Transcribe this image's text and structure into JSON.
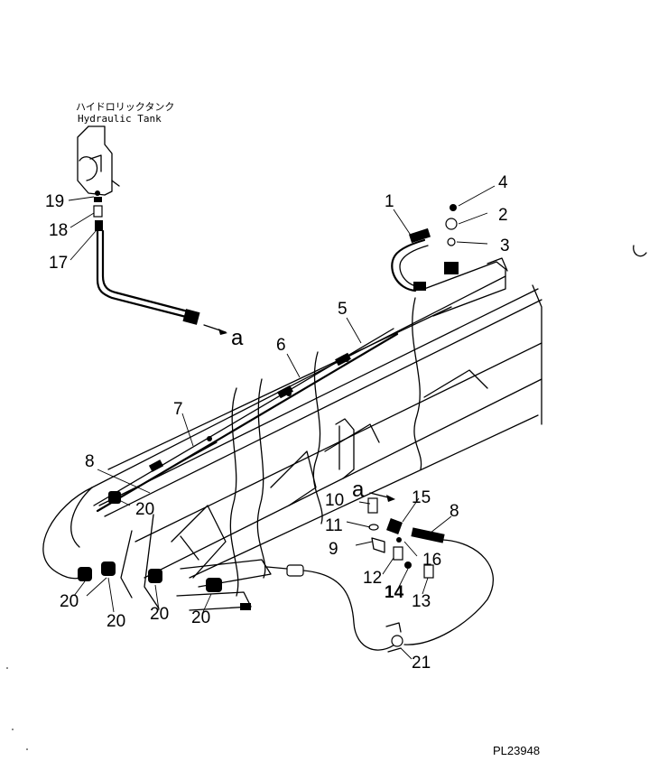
{
  "tank_label": {
    "japanese": "ハイドロリックタンク",
    "english": "Hydraulic Tank"
  },
  "callouts": [
    {
      "id": "c1",
      "text": "1"
    },
    {
      "id": "c2",
      "text": "2"
    },
    {
      "id": "c3",
      "text": "3"
    },
    {
      "id": "c4",
      "text": "4"
    },
    {
      "id": "c5",
      "text": "5"
    },
    {
      "id": "c6",
      "text": "6"
    },
    {
      "id": "c7",
      "text": "7"
    },
    {
      "id": "c8a",
      "text": "8"
    },
    {
      "id": "c8b",
      "text": "8"
    },
    {
      "id": "c9",
      "text": "9"
    },
    {
      "id": "c10",
      "text": "10"
    },
    {
      "id": "c11",
      "text": "11"
    },
    {
      "id": "c12",
      "text": "12"
    },
    {
      "id": "c13",
      "text": "13"
    },
    {
      "id": "c14",
      "text": "14"
    },
    {
      "id": "c15",
      "text": "15"
    },
    {
      "id": "c16",
      "text": "16"
    },
    {
      "id": "c17",
      "text": "17"
    },
    {
      "id": "c18",
      "text": "18"
    },
    {
      "id": "c19",
      "text": "19"
    },
    {
      "id": "c20a",
      "text": "20"
    },
    {
      "id": "c20b",
      "text": "20"
    },
    {
      "id": "c20c",
      "text": "20"
    },
    {
      "id": "c20d",
      "text": "20"
    },
    {
      "id": "c20e",
      "text": "20"
    },
    {
      "id": "c21",
      "text": "21"
    }
  ],
  "connection_marks": {
    "top": "a",
    "bottom": "a"
  },
  "drawing_number": "PL23948",
  "colors": {
    "ink": "#000000",
    "paper": "#ffffff"
  }
}
